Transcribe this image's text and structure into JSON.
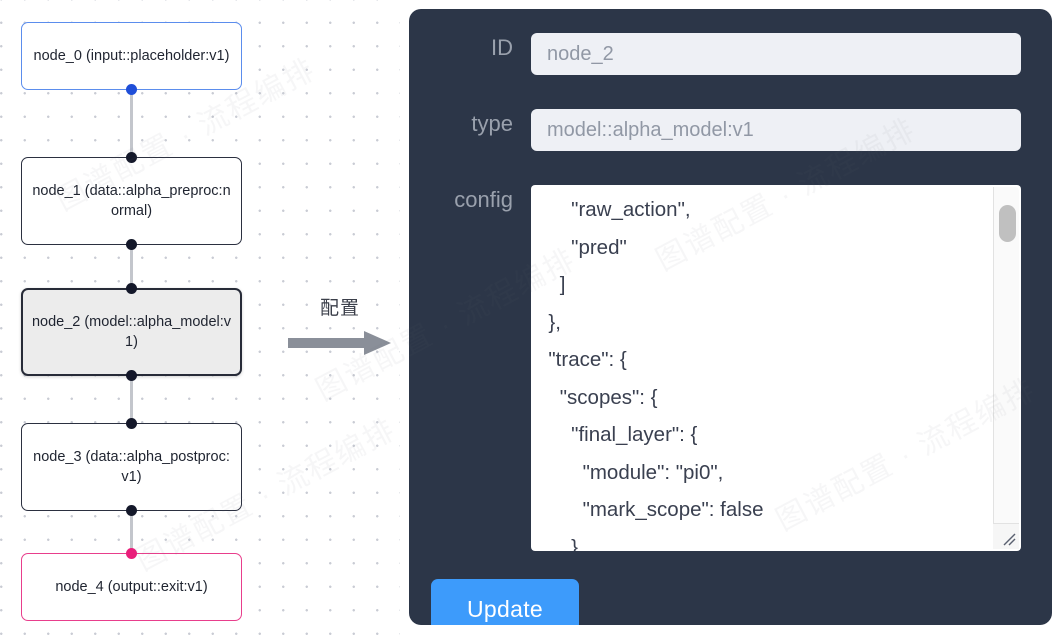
{
  "canvas": {
    "nodes": [
      {
        "id": "node_0",
        "label": "node_0\n(input::placeholder:v1)",
        "style": "input"
      },
      {
        "id": "node_1",
        "label": "node_1\n(data::alpha_preproc:normal)",
        "style": "default"
      },
      {
        "id": "node_2",
        "label": "node_2\n(model::alpha_model:v1)",
        "style": "selected"
      },
      {
        "id": "node_3",
        "label": "node_3\n(data::alpha_postproc:v1)",
        "style": "default"
      },
      {
        "id": "node_4",
        "label": "node_4\n(output::exit:v1)",
        "style": "output"
      }
    ],
    "edges": [
      {
        "from": "node_0",
        "to": "node_1"
      },
      {
        "from": "node_1",
        "to": "node_2"
      },
      {
        "from": "node_2",
        "to": "node_3"
      },
      {
        "from": "node_3",
        "to": "node_4"
      }
    ],
    "colors": {
      "input_border": "#5b8ded",
      "output_border": "#e83e8c",
      "default_border": "#2b3040",
      "selected_fill": "#ececec",
      "edge": "#c3c6cc",
      "handle": "#14182a",
      "handle_blue": "#1f4ed8",
      "handle_pink": "#e91e7a"
    }
  },
  "annotation": {
    "label": "配置",
    "arrow_color": "#8a8f99"
  },
  "panel": {
    "background": "#2c3648",
    "fields": {
      "id": {
        "label": "ID",
        "value": "node_2"
      },
      "type": {
        "label": "type",
        "value": "model::alpha_model:v1"
      },
      "config": {
        "label": "config",
        "value": "      \"raw_action\",\n      \"pred\"\n    ]\n  },\n  \"trace\": {\n    \"scopes\": {\n      \"final_layer\": {\n        \"module\": \"pi0\",\n        \"mark_scope\": false\n      },\n      \"action_model\": {"
      }
    },
    "update_button": {
      "label": "Update",
      "color": "#3d9bfb"
    }
  },
  "watermark": {
    "text": "图谱配置 · 流程编排"
  }
}
